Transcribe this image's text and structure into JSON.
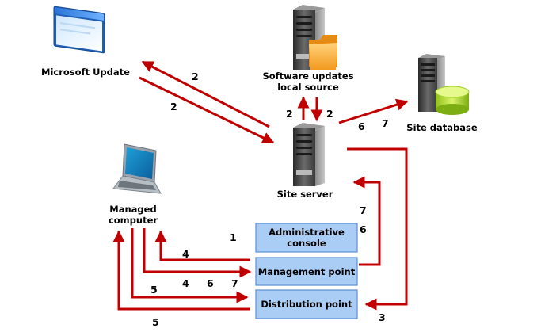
{
  "labels": {
    "microsoft_update": "Microsoft Update",
    "software_updates_line1": "Software updates",
    "software_updates_line2": "local source",
    "site_database": "Site database",
    "site_server": "Site server",
    "managed_computer_line1": "Managed",
    "managed_computer_line2": "computer"
  },
  "boxes": {
    "admin_console_line1": "Administrative",
    "admin_console_line2": "console",
    "management_point": "Management point",
    "distribution_point": "Distribution point"
  },
  "step_numbers": {
    "mu_upper": "2",
    "mu_lower": "2",
    "sus_left": "2",
    "sus_right": "2",
    "db_6": "6",
    "db_7": "7",
    "admin_1": "1",
    "right_7": "7",
    "right_6": "6",
    "mc_4_top": "4",
    "mc_4_mid": "4",
    "mc_6_mid": "6",
    "mc_7_mid": "7",
    "mc_5_mid": "5",
    "mc_5_bottom": "5",
    "dp_3": "3"
  },
  "icons": [
    "browser-window-icon",
    "server-folder-icon",
    "server-database-icon",
    "server-icon",
    "laptop-icon"
  ],
  "colors": {
    "arrow": "#c00000",
    "box_fill": "#a9cdf5",
    "box_stroke": "#5b8fd6"
  }
}
